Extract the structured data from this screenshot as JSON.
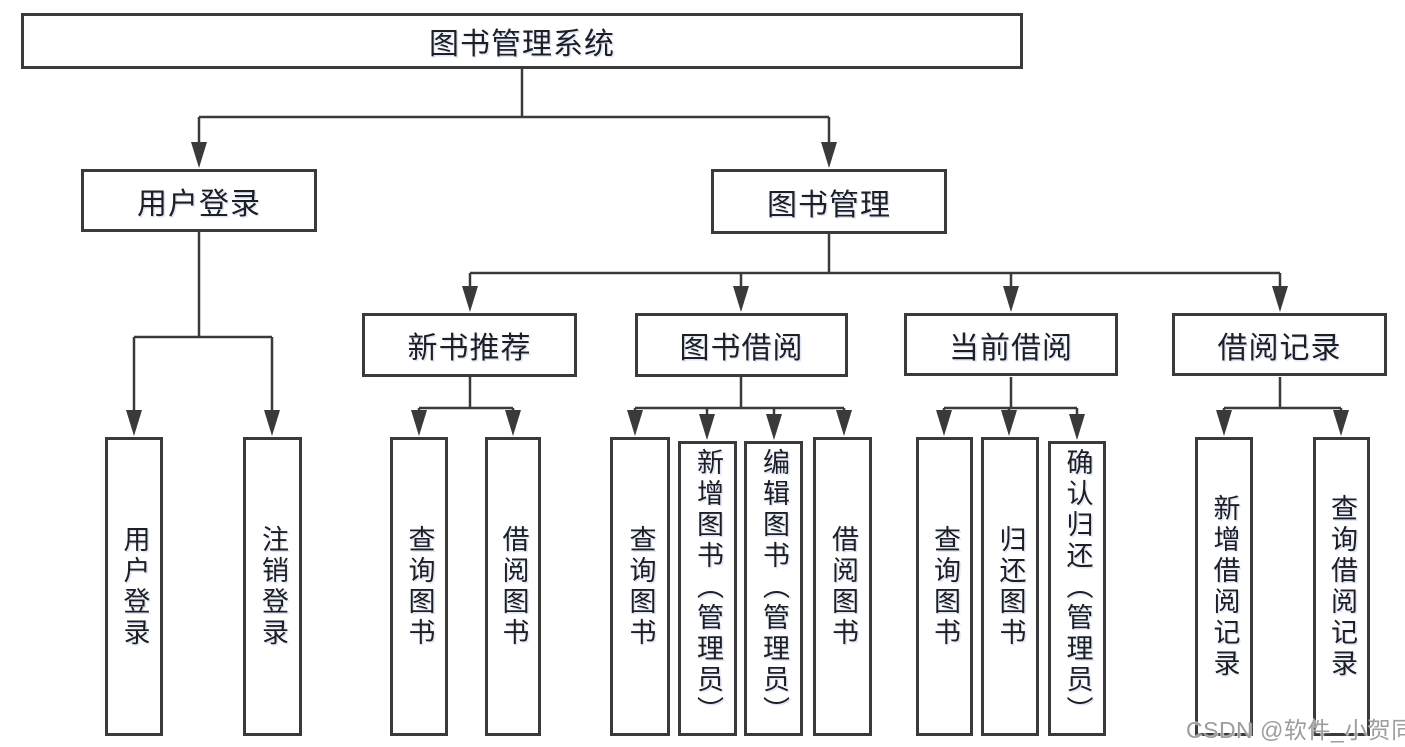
{
  "tree": {
    "root": {
      "label": "图书管理系统"
    },
    "branches": [
      {
        "label": "用户登录",
        "leaves": [
          {
            "label": "用户登录"
          },
          {
            "label": "注销登录"
          }
        ]
      },
      {
        "label": "图书管理",
        "groups": [
          {
            "label": "新书推荐",
            "leaves": [
              {
                "label": "查询图书"
              },
              {
                "label": "借阅图书"
              }
            ]
          },
          {
            "label": "图书借阅",
            "leaves": [
              {
                "label": "查询图书"
              },
              {
                "label": "新增图书（管理员）"
              },
              {
                "label": "编辑图书（管理员）"
              },
              {
                "label": "借阅图书"
              }
            ]
          },
          {
            "label": "当前借阅",
            "leaves": [
              {
                "label": "查询图书"
              },
              {
                "label": "归还图书"
              },
              {
                "label": "确认归还（管理员）"
              }
            ]
          },
          {
            "label": "借阅记录",
            "leaves": [
              {
                "label": "新增借阅记录"
              },
              {
                "label": "查询借阅记录"
              }
            ]
          }
        ]
      }
    ]
  },
  "watermark": {
    "text": "CSDN @软件_小贺同学"
  },
  "colors": {
    "line": "#3a3a3a",
    "text": "#1f1f1f",
    "watermark": "#9d9d9d",
    "background": "#ffffff"
  }
}
